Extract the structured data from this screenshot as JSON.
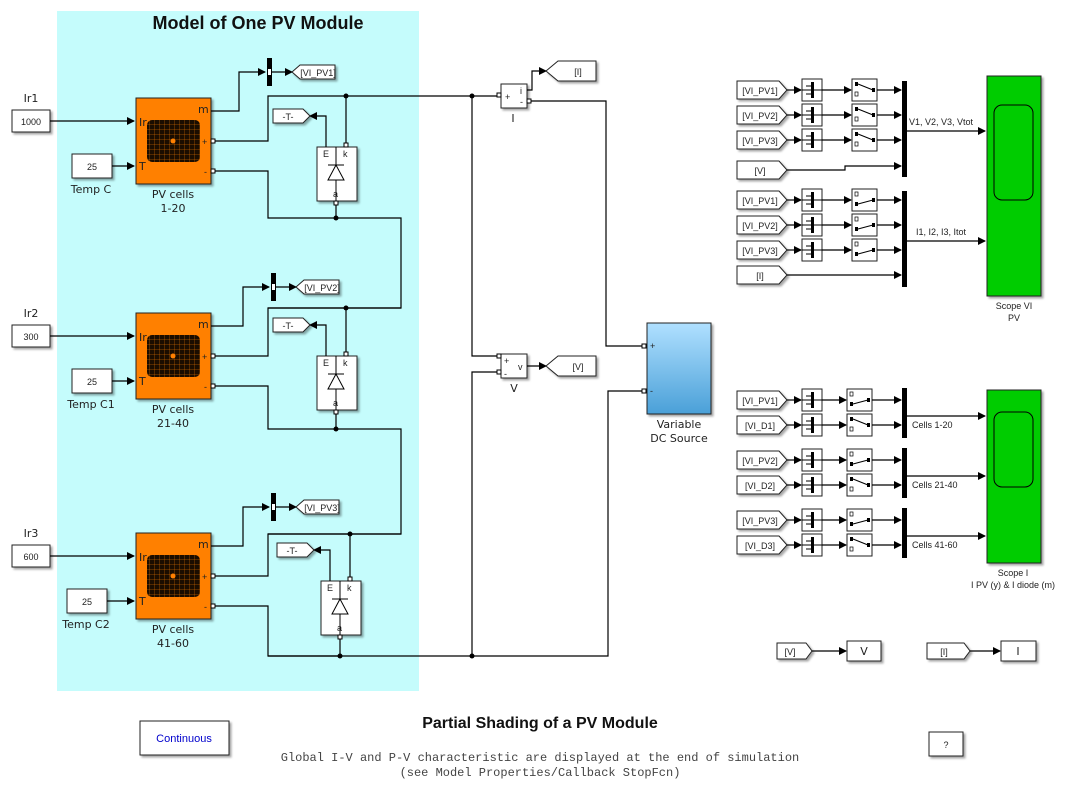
{
  "colors": {
    "subsystem_area": "#c5fcfc",
    "pv_block": "#ff8000",
    "scope": "#00cc00",
    "dc_source_top": "#b0e0ff",
    "dc_source_bottom": "#4aa0d8",
    "continuous_text": "#0000cc"
  },
  "area": {
    "title": "Model of One PV Module"
  },
  "pv_rows": [
    {
      "irr_label": "Ir1",
      "irr_value": "1000",
      "temp_label": "Temp C",
      "temp_value": "25",
      "pv_name_line1": "PV cells",
      "pv_name_line2": "1-20",
      "port_ir": "Ir",
      "port_t": "T",
      "port_m": "m",
      "port_plus": "+",
      "port_minus": "-",
      "goto_tag": "[VI_PV1]",
      "from_t": "-T-",
      "diode_e": "E",
      "diode_k": "k",
      "diode_a": "a"
    },
    {
      "irr_label": "Ir2",
      "irr_value": "300",
      "temp_label": "Temp C1",
      "temp_value": "25",
      "pv_name_line1": "PV cells",
      "pv_name_line2": "21-40",
      "port_ir": "Ir",
      "port_t": "T",
      "port_m": "m",
      "port_plus": "+",
      "port_minus": "-",
      "goto_tag": "[VI_PV2]",
      "from_t": "-T-",
      "diode_e": "E",
      "diode_k": "k",
      "diode_a": "a"
    },
    {
      "irr_label": "Ir3",
      "irr_value": "600",
      "temp_label": "Temp C2",
      "temp_value": "25",
      "pv_name_line1": "PV cells",
      "pv_name_line2": "41-60",
      "port_ir": "Ir",
      "port_t": "T",
      "port_m": "m",
      "port_plus": "+",
      "port_minus": "-",
      "goto_tag": "[VI_PV3]",
      "from_t": "-T-",
      "diode_e": "E",
      "diode_k": "k",
      "diode_a": "a"
    }
  ],
  "current_meas": {
    "name": "I",
    "port_plus": "+",
    "port_minus": "-",
    "port_out": "i",
    "goto_tag": "[I]"
  },
  "voltage_meas": {
    "name": "V",
    "port_plus": "+",
    "port_minus": "-",
    "port_out": "v",
    "goto_tag": "[V]"
  },
  "dc_source": {
    "name_line1": "Variable",
    "name_line2": "DC Source",
    "port_plus": "+",
    "port_minus": "-"
  },
  "scope_vi": {
    "from_tags_v": [
      "[VI_PV1]",
      "[VI_PV2]",
      "[VI_PV3]",
      "[V]"
    ],
    "from_tags_i": [
      "[VI_PV1]",
      "[VI_PV2]",
      "[VI_PV3]",
      "[I]"
    ],
    "signal_v": "V1, V2, V3, Vtot",
    "signal_i": "I1, I2, I3, Itot",
    "name_line1": "Scope VI",
    "name_line2": "PV"
  },
  "scope_i": {
    "groups": [
      {
        "tags": [
          "[VI_PV1]",
          "[VI_D1]"
        ],
        "signal": "Cells 1-20"
      },
      {
        "tags": [
          "[VI_PV2]",
          "[VI_D2]"
        ],
        "signal": "Cells 21-40"
      },
      {
        "tags": [
          "[VI_PV3]",
          "[VI_D3]"
        ],
        "signal": "Cells 41-60"
      }
    ],
    "name_line1": "Scope I",
    "name_line2": "I PV (y) & I diode (m)"
  },
  "displays": [
    {
      "from_tag": "[V]",
      "display_label": "V"
    },
    {
      "from_tag": "[I]",
      "display_label": "I"
    }
  ],
  "footer": {
    "powergui_label": "Continuous",
    "model_title": "Partial Shading of a PV Module",
    "note_line1": "Global I-V and P-V characteristic are displayed at the end of simulation",
    "note_line2": "(see Model Properties/Callback StopFcn)",
    "help_label": "?"
  }
}
